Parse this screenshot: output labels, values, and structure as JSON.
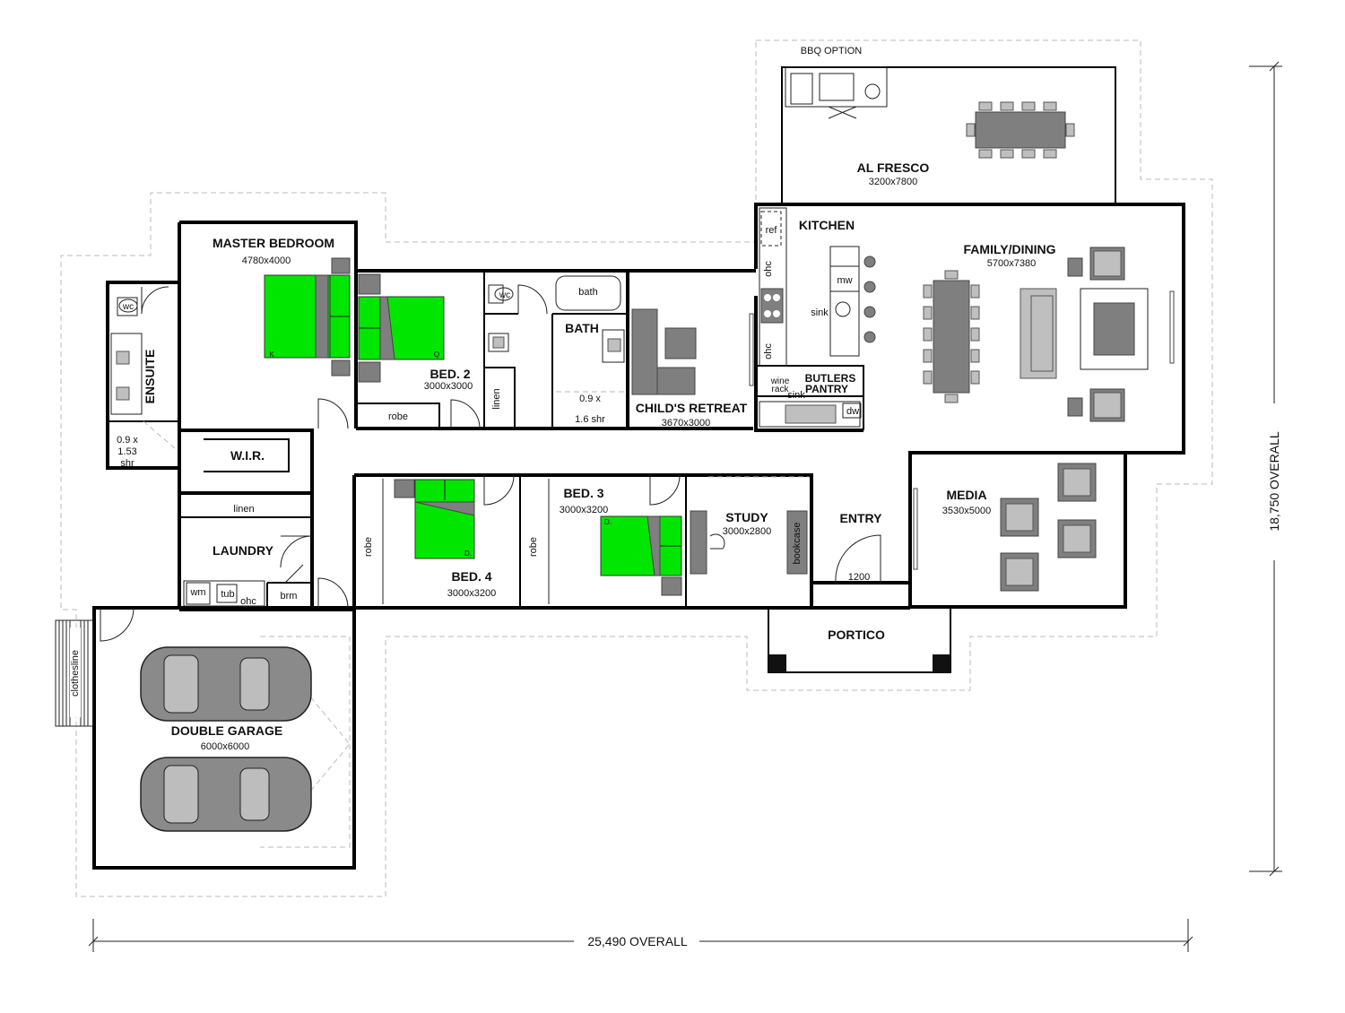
{
  "plan": {
    "rooms": {
      "bbq": {
        "name": "BBQ OPTION"
      },
      "alfresco": {
        "name": "AL FRESCO",
        "dims": "3200x7800"
      },
      "kitchen": {
        "name": "KITCHEN"
      },
      "family": {
        "name": "FAMILY/DINING",
        "dims": "5700x7380"
      },
      "master": {
        "name": "MASTER BEDROOM",
        "dims": "4780x4000"
      },
      "ensuite": {
        "name": "ENSUITE"
      },
      "bed2": {
        "name": "BED. 2",
        "dims": "3000x3000"
      },
      "bath": {
        "name": "BATH"
      },
      "retreat": {
        "name": "CHILD'S RETREAT",
        "dims": "3670x3000"
      },
      "butlers": {
        "name1": "BUTLERS",
        "name2": "PANTRY"
      },
      "wir": {
        "name": "W.I.R."
      },
      "laundry": {
        "name": "LAUNDRY"
      },
      "bed4": {
        "name": "BED. 4",
        "dims": "3000x3200"
      },
      "bed3": {
        "name": "BED. 3",
        "dims": "3000x3200"
      },
      "study": {
        "name": "STUDY",
        "dims": "3000x2800"
      },
      "entry": {
        "name": "ENTRY"
      },
      "media": {
        "name": "MEDIA",
        "dims": "3530x5000"
      },
      "portico": {
        "name": "PORTICO"
      },
      "garage": {
        "name": "DOUBLE GARAGE",
        "dims": "6000x6000"
      }
    },
    "labels": {
      "ref": "ref",
      "ohc": "ohc",
      "mw": "mw",
      "sink": "sink",
      "wine1": "wine",
      "wine2": "rack",
      "dw": "dw",
      "wc": "wc",
      "bath": "bath",
      "linen": "linen",
      "robe": "robe",
      "shr_ens1": "0.9 x",
      "shr_ens2": "1.53",
      "shr_ens3": "shr",
      "shr_bath1": "0.9 x",
      "shr_bath2": "1.6 shr",
      "wm": "wm",
      "tub": "tub",
      "brm": "brm",
      "bookcase": "bookcase",
      "door_width": "1200",
      "clothesline": "clothesline",
      "bed_k": "K",
      "bed_q": "Q",
      "bed_d": "D."
    },
    "dimensions": {
      "overall_width": "25,490 OVERALL",
      "overall_depth": "18,750 OVERALL"
    },
    "colors": {
      "bed": "#00e600",
      "furniture": "#7f7f7f",
      "wall": "#000000"
    }
  }
}
